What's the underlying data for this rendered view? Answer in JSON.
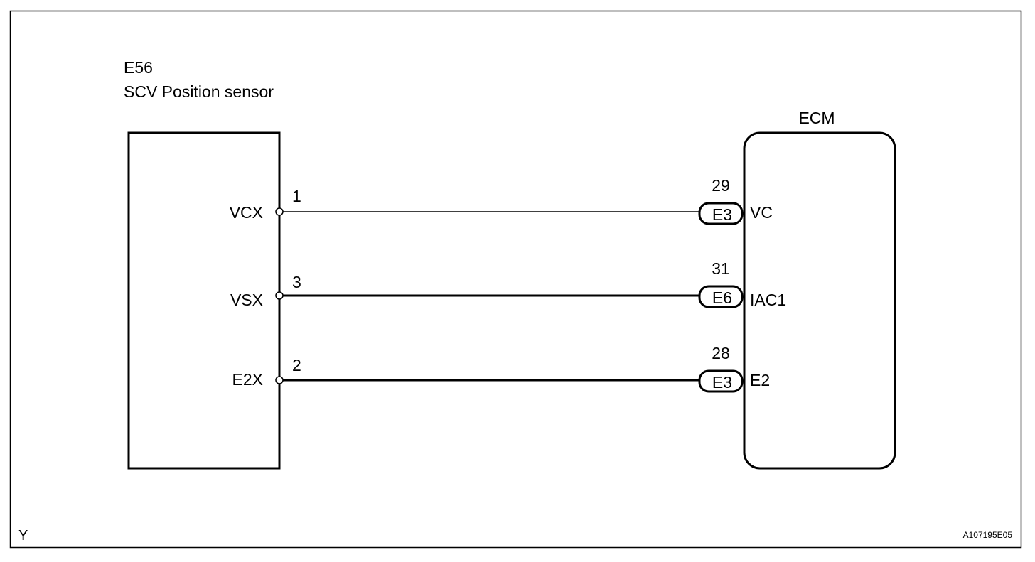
{
  "sensor": {
    "code": "E56",
    "name": "SCV Position sensor"
  },
  "ecm": {
    "label": "ECM"
  },
  "circuits": [
    {
      "pin": "1",
      "sensor_terminal": "VCX",
      "ecm_pin": "29",
      "connector": "E3",
      "ecm_terminal": "VC"
    },
    {
      "pin": "3",
      "sensor_terminal": "VSX",
      "ecm_pin": "31",
      "connector": "E6",
      "ecm_terminal": "IAC1"
    },
    {
      "pin": "2",
      "sensor_terminal": "E2X",
      "ecm_pin": "28",
      "connector": "E3",
      "ecm_terminal": "E2"
    }
  ],
  "footer": {
    "left_mark": "Y",
    "figure_id": "A107195E05"
  },
  "colors": {
    "line": "#000000",
    "background": "#ffffff"
  }
}
